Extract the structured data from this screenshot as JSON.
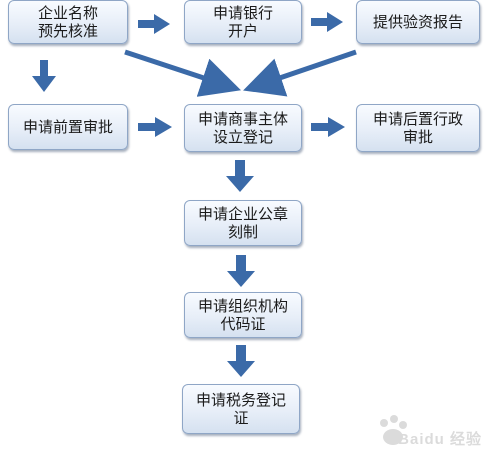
{
  "diagram": {
    "nodes": {
      "name_approval": "企业名称\n预先核准",
      "bank_account": "申请银行\n开户",
      "capital_report": "提供验资报告",
      "pre_approval": "申请前置审批",
      "registration": "申请商事主体\n设立登记",
      "post_approval": "申请后置行政\n审批",
      "seal_engraving": "申请企业公章\n刻制",
      "org_code": "申请组织机构\n代码证",
      "tax_registration": "申请税务登记\n证"
    },
    "colors": {
      "arrow": "#3b6aa8",
      "border": "#8fa6c6",
      "fill_top": "#f8fbff",
      "fill_bottom": "#d5e1f0"
    }
  },
  "watermark": {
    "text": "Baidu 经验"
  }
}
